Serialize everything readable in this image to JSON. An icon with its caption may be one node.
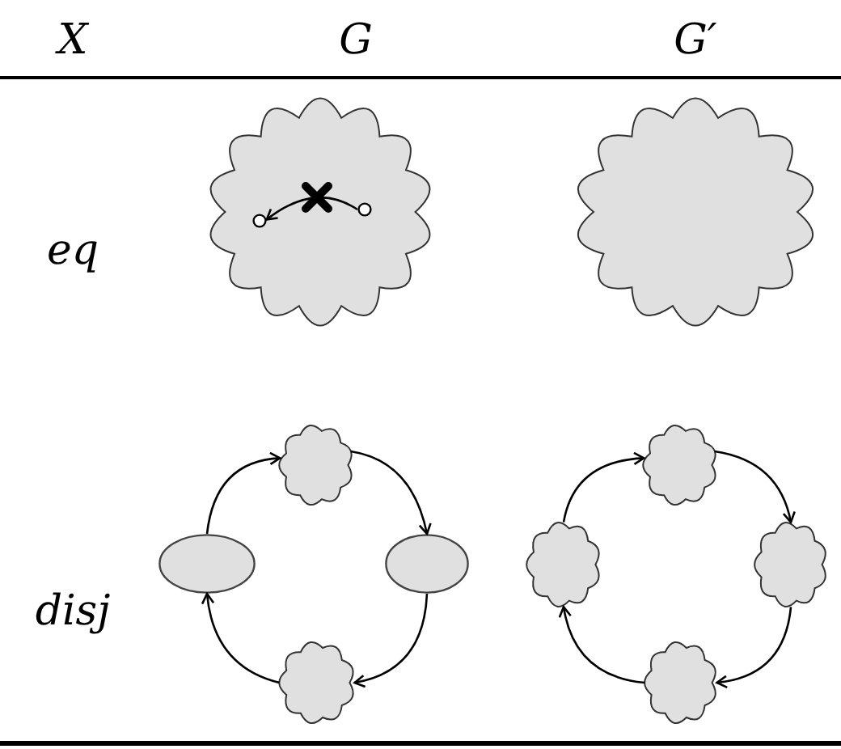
{
  "diagram": {
    "nodes": [
      {
        "text": [],
        "shape": "cloud"
      },
      {
        "text": [],
        "shape": "circle",
        "in": 0
      },
      {
        "text": [],
        "shape": "circle",
        "in": 0
      },
      {
        "text": [],
        "shape": "cloud"
      },
      {
        "text": [],
        "shape": "cloud"
      },
      {
        "text": [],
        "shape": "ellipse"
      },
      {
        "text": [],
        "shape": "ellipse"
      },
      {
        "text": [],
        "shape": "cloud"
      },
      {
        "text": [],
        "shape": "cloud"
      },
      {
        "text": [],
        "shape": "cloud"
      },
      {
        "text": [],
        "shape": "cloud"
      },
      {
        "text": [],
        "shape": "cloud"
      }
    ],
    "edges": [
      {
        "from": 2,
        "to": 1,
        "arrow": "to"
      },
      {
        "from": 4,
        "to": 6,
        "arrow": "to"
      },
      {
        "from": 6,
        "to": 7,
        "arrow": "to"
      },
      {
        "from": 7,
        "to": 5,
        "arrow": "to"
      },
      {
        "from": 5,
        "to": 4,
        "arrow": "to"
      },
      {
        "from": 8,
        "to": 10,
        "arrow": "to"
      },
      {
        "from": 10,
        "to": 11,
        "arrow": "to"
      },
      {
        "from": 11,
        "to": 9,
        "arrow": "to"
      },
      {
        "from": 9,
        "to": 8,
        "arrow": "to"
      }
    ],
    "labels": [
      "X",
      "G",
      "G′",
      "eq",
      "disj"
    ]
  }
}
